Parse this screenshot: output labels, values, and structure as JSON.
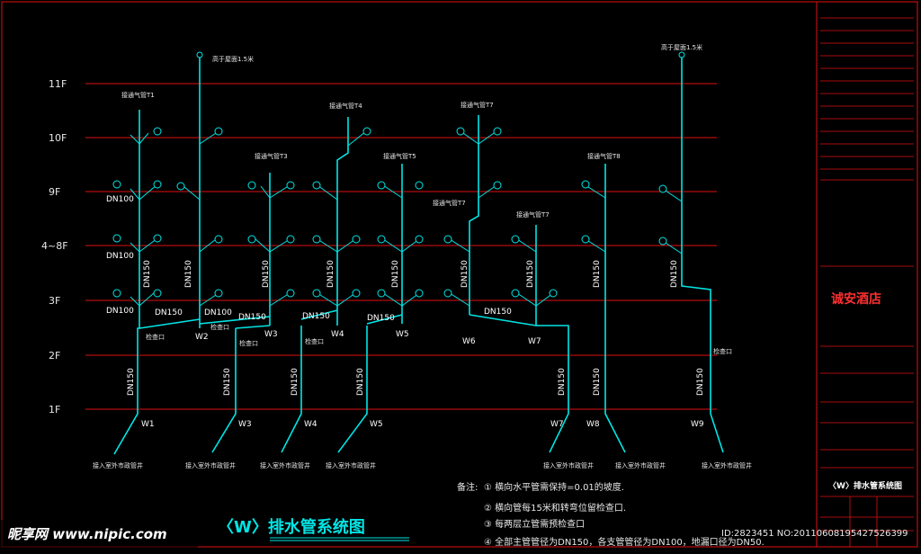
{
  "floors": [
    "11F",
    "10F",
    "9F",
    "4~8F",
    "3F",
    "2F",
    "1F"
  ],
  "vent_top_labels": [
    "高于屋面1.5米",
    "高于屋面1.5米"
  ],
  "vent_caps": [
    "接通气管T1",
    "接通气管T3",
    "接通气管T4",
    "接通气管T5",
    "接通气管T7",
    "接通气管T7",
    "接通气管T7",
    "接通气管T8"
  ],
  "pipe_sizes": {
    "dn100": "DN100",
    "dn150": "DN150"
  },
  "upper_labels": [
    "W2",
    "W3",
    "W4",
    "W5",
    "W6",
    "W7"
  ],
  "lower_labels": [
    "W1",
    "W3",
    "W4",
    "W5",
    "W7",
    "W8",
    "W9"
  ],
  "cleanout": "检查口",
  "outlet": "接入室外市政管井",
  "hotel_name": "诚安酒店",
  "sheet_title": "〈W〉排水管系统图",
  "main_title": "〈W〉排水管系统图",
  "notes": {
    "heading": "备注:",
    "n1": "① 横向水平管需保持=0.01的坡度.",
    "n2": "② 横向管每15米和转弯位留检查口.",
    "n3": "③ 每两层立管需预检查口",
    "n4": "④ 全部主管管径为DN150，各支管管径为DN100，地漏口径为DN50."
  },
  "watermark": {
    "brand": "昵享网 www.nipic.com",
    "id": "ID:2823451 NO:20110608195427526399"
  },
  "colors": {
    "pipe": "#00e5e5",
    "floor_line": "#e01010",
    "frame": "#e01010"
  }
}
